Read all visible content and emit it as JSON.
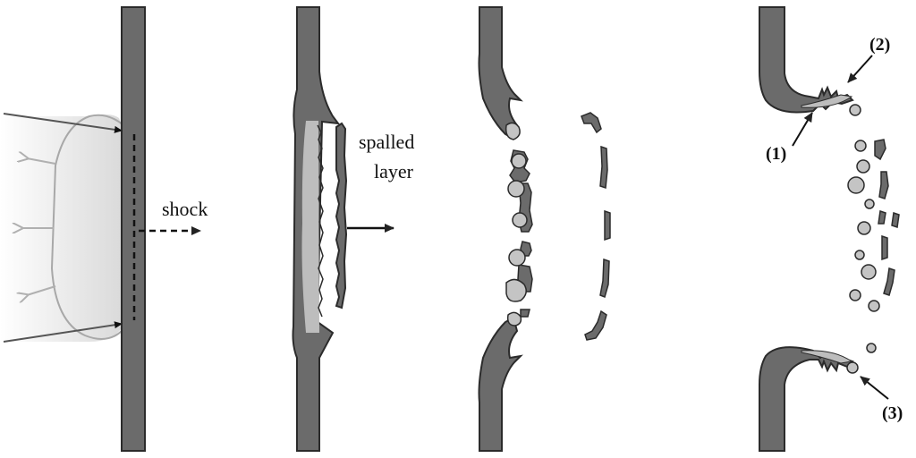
{
  "labels": {
    "shock": "shock",
    "spalled_line1": "spalled",
    "spalled_line2": "layer",
    "num1": "(1)",
    "num2": "(2)",
    "num3": "(3)"
  },
  "colors": {
    "wall": "#6b6b6b",
    "outline": "#2b2b2b",
    "light_material": "#bdbdbd",
    "particle": "#c4c4c4",
    "background": "#ffffff"
  }
}
